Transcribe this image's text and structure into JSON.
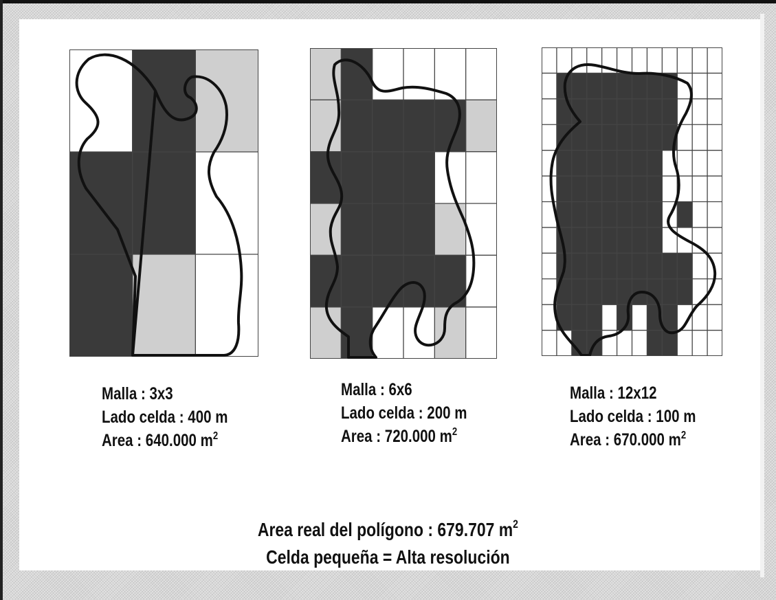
{
  "panels": [
    {
      "malla": "Malla : 3x3",
      "lado": "Lado celda : 400 m",
      "area": "Area : 640.000 m",
      "unit_exp": "2"
    },
    {
      "malla": "Malla : 6x6",
      "lado": "Lado celda : 200 m",
      "area": "Area : 720.000 m",
      "unit_exp": "2"
    },
    {
      "malla": "Malla : 12x12",
      "lado": "Lado celda : 100 m",
      "area": "Area : 670.000 m",
      "unit_exp": "2"
    }
  ],
  "footer": {
    "line1": "Area real del polígono : 679.707 m",
    "line1_exp": "2",
    "line2": "Celda pequeña = Alta resolución"
  },
  "colors": {
    "dark_cell": "#3a3a3a",
    "light_cell": "#cfcfcf",
    "grid_line": "#444444",
    "outline": "#111111"
  }
}
